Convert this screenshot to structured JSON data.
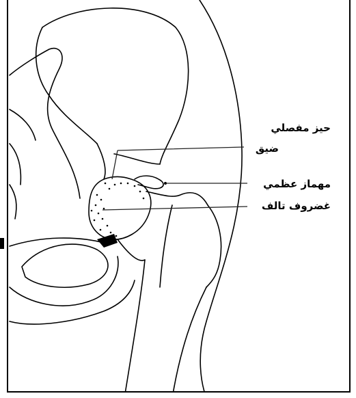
{
  "labels": {
    "narrow_joint_space_line1": "حيز مفصلي",
    "narrow_joint_space_line2": "ضيق",
    "bone_spur": "مهماز عظمي",
    "damaged_cartilage": "غضروف تالف"
  },
  "colors": {
    "ink": "#000000",
    "paper": "#ffffff",
    "leader": "#222222"
  }
}
